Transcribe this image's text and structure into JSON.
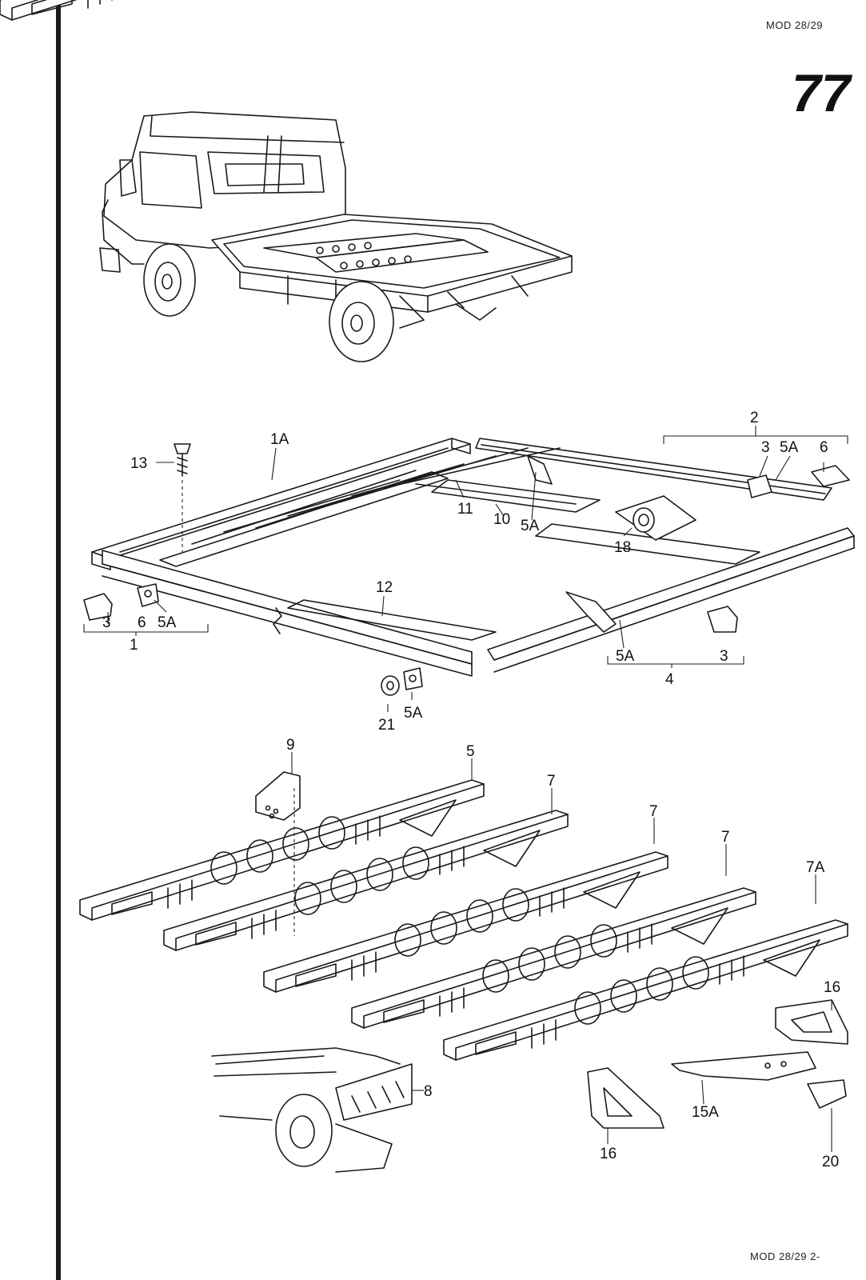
{
  "header": {
    "model_top": "MOD 28/29",
    "page_number": "77",
    "model_bottom": "MOD 28/29  2-"
  },
  "callouts": {
    "c1A": "1A",
    "c13": "13",
    "c2": "2",
    "c3a": "3",
    "c5Aa": "5A",
    "c6a": "6",
    "c11": "11",
    "c10": "10",
    "c5Ab": "5A",
    "c18": "18",
    "c12": "12",
    "c3b": "3",
    "c6b": "6",
    "c5Ac": "5A",
    "c1": "1",
    "c21": "21",
    "c5Ad": "5A",
    "c5Ae": "5A",
    "c3c": "3",
    "c4": "4",
    "c9": "9",
    "c5": "5",
    "c7a": "7",
    "c7b": "7",
    "c7c": "7",
    "c7A": "7A",
    "c16a": "16",
    "c8": "8",
    "c15A": "15A",
    "c16b": "16",
    "c20": "20"
  }
}
